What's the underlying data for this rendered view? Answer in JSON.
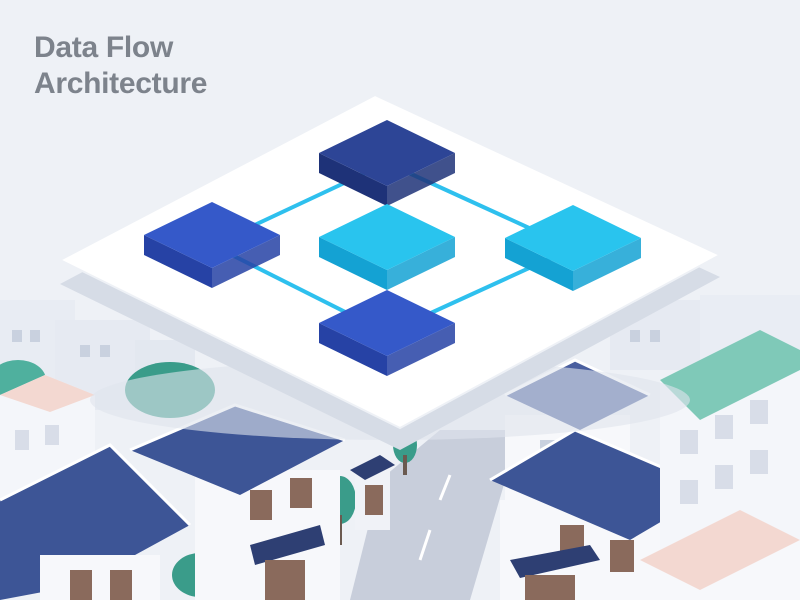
{
  "title": {
    "line1": "Data Flow",
    "line2": "Architecture"
  },
  "colors": {
    "background": "#eef1f6",
    "title_text": "#7d838c",
    "platform_top": "#ffffff",
    "platform_side": "#d6dce6",
    "node_dark_top": "#2d4596",
    "node_dark_side": "#1e3278",
    "node_blue_top": "#3559c9",
    "node_blue_side": "#2642a5",
    "node_cyan_top": "#29c4ee",
    "node_cyan_side": "#14a2d3",
    "connector": "#2ec0ee",
    "roof_tile": "#3d5596",
    "roof_ridge": "#ffffff",
    "wall": "#f7f8fb",
    "building_shadow": "#dde2ec",
    "wood": "#8a6a5c",
    "tree": "#3a9c8a",
    "road": "#c8cedb"
  },
  "diagram": {
    "nodes": [
      {
        "id": "node-top",
        "color": "dark"
      },
      {
        "id": "node-left",
        "color": "blue"
      },
      {
        "id": "node-center",
        "color": "cyan"
      },
      {
        "id": "node-right",
        "color": "cyan"
      },
      {
        "id": "node-bottom",
        "color": "blue"
      }
    ],
    "edges": [
      {
        "from": "node-top",
        "to": "node-left"
      },
      {
        "from": "node-top",
        "to": "node-right"
      },
      {
        "from": "node-left",
        "to": "node-bottom"
      },
      {
        "from": "node-right",
        "to": "node-bottom"
      }
    ]
  }
}
